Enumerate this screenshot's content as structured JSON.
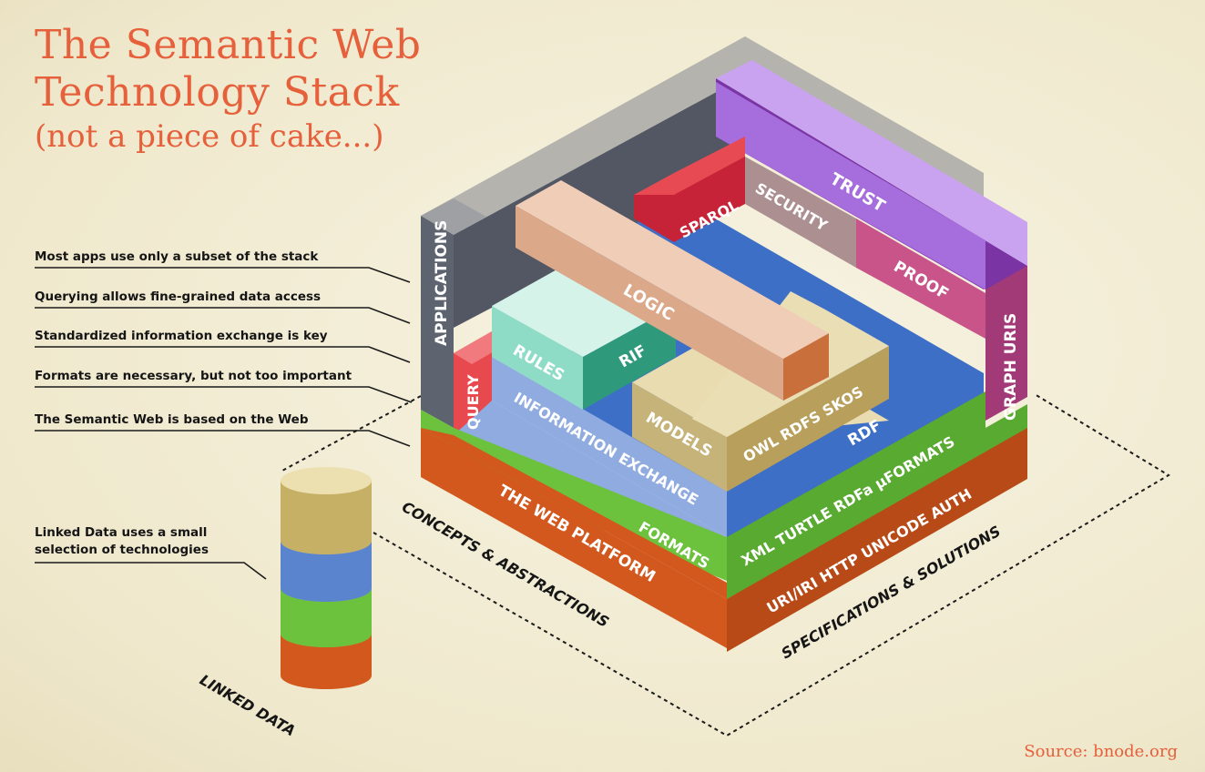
{
  "title": {
    "line1": "The Semantic Web",
    "line2": "Technology Stack",
    "line3": "(not a piece of cake...)"
  },
  "notes": [
    "Most apps use only a subset of the stack",
    "Querying allows fine-grained data access",
    "Standardized information exchange is key",
    "Formats are necessary, but not too important",
    "The Semantic Web is based on the Web",
    "Linked Data uses a small selection of technologies"
  ],
  "blocks": {
    "applications": "APPLICATIONS",
    "trust": "TRUST",
    "sparql": "SPARQL",
    "security": "SECURITY",
    "proof": "PROOF",
    "logic": "LOGIC",
    "graph_uris": "GRAPH URIS",
    "rules": "RULES",
    "rif": "RIF",
    "query": "QUERY",
    "models": "MODELS",
    "owl_rdfs_skos": "OWL  RDFS  SKOS",
    "information_exchange": "INFORMATION EXCHANGE",
    "rdf": "RDF",
    "formats": "FORMATS",
    "format_list": "XML  TURTLE  RDFa  µFORMATS",
    "web_platform": "THE WEB PLATFORM",
    "web_list": "URI/IRI  HTTP  UNICODE  AUTH"
  },
  "axes": {
    "concepts": "CONCEPTS & ABSTRACTIONS",
    "specifications": "SPECIFICATIONS & SOLUTIONS",
    "linked_data": "LINKED DATA"
  },
  "source": "Source: bnode.org",
  "colors": {
    "title": "#e5603b",
    "web_platform": "#d2581e",
    "formats": "#6cc23c",
    "information_exchange": "#8fabe0",
    "rdf": "#3d6fc6",
    "models": "#dccfa0",
    "logic": "#dba88a",
    "rules": "#8fdcc6",
    "rif": "#2e9a7b",
    "query": "#e8494e",
    "sparql": "#c62338",
    "security": "#ac8f91",
    "proof": "#c8548a",
    "trust": "#a66ddd",
    "graph_uris": "#a23a78",
    "applications": "#5d6470"
  }
}
